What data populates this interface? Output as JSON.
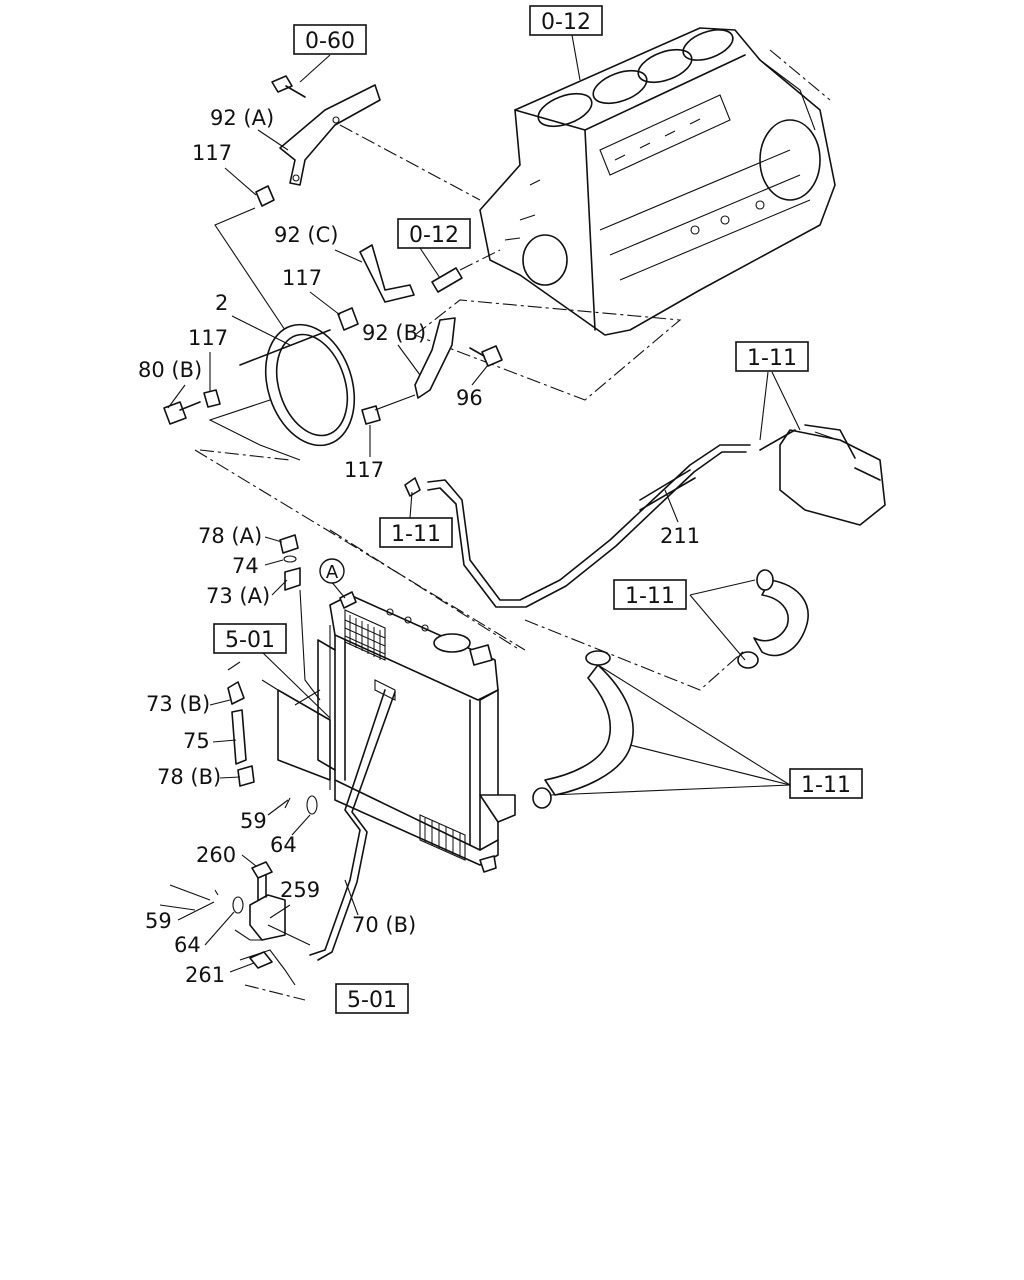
{
  "diagram": {
    "ref_boxes": {
      "r_0_60": "0-60",
      "r_0_12_top": "0-12",
      "r_0_12_mid": "0-12",
      "r_1_11_tank": "1-11",
      "r_1_11_hose_left": "1-11",
      "r_1_11_upper_hose": "1-11",
      "r_1_11_lower_hose": "1-11",
      "r_5_01_top": "5-01",
      "r_5_01_bottom": "5-01"
    },
    "callouts": {
      "c_92a": "92 (A)",
      "c_117_a": "117",
      "c_92c": "92 (C)",
      "c_117_b": "117",
      "c_2": "2",
      "c_92b": "92 (B)",
      "c_117_c": "117",
      "c_80b": "80 (B)",
      "c_96": "96",
      "c_117_d": "117",
      "c_211": "211",
      "c_78a": "78 (A)",
      "c_74": "74",
      "c_73a": "73 (A)",
      "c_73b": "73 (B)",
      "c_75": "75",
      "c_78b": "78 (B)",
      "c_59_a": "59",
      "c_64_a": "64",
      "c_260": "260",
      "c_259": "259",
      "c_59_b": "59",
      "c_64_b": "64",
      "c_70b": "70 (B)",
      "c_261": "261"
    },
    "view_marker": "A"
  }
}
